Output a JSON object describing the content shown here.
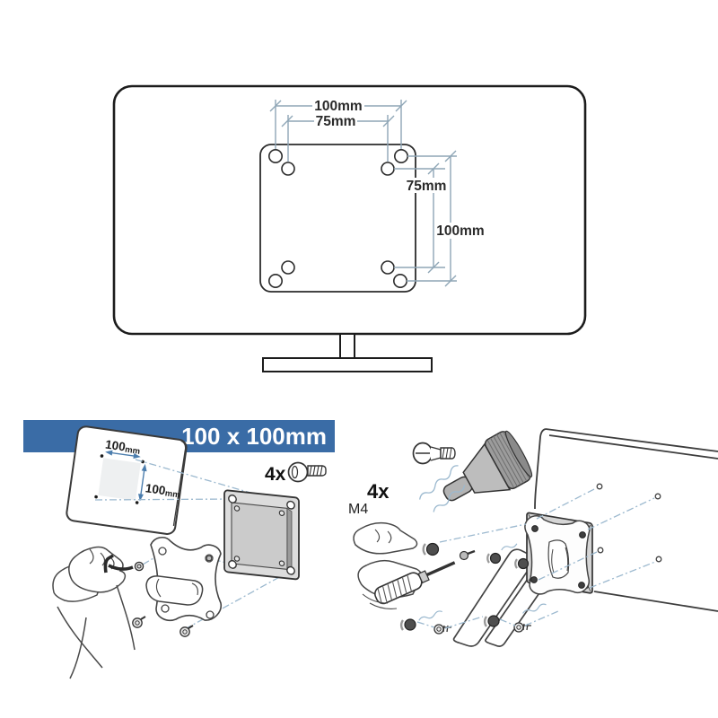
{
  "tv_diagram": {
    "dim_top_outer": "100mm",
    "dim_top_inner": "75mm",
    "dim_right_inner": "75mm",
    "dim_right_outer": "100mm"
  },
  "left_panel": {
    "banner_label": "100 x 100mm",
    "dim_width_value": "100",
    "dim_width_unit": "mm",
    "dim_height_value": "100",
    "dim_height_unit": "mm",
    "quantity_label": "4x"
  },
  "right_panel": {
    "quantity_label": "4x",
    "screw_spec": "M4"
  },
  "colors": {
    "dim_line_gray_blue": "#8fa6b6",
    "dim_text": "#2a2a2a",
    "banner_bg": "#3a6ca6",
    "banner_text": "#ffffff",
    "blue_dimension": "#4b7dad",
    "dash_guide": "#9cb9cf",
    "line_art": "#3d3d3d",
    "plate_gray": "#d9d9d9",
    "knob_gray": "#9c9c9c",
    "screw_dark": "#4e4e4e"
  }
}
